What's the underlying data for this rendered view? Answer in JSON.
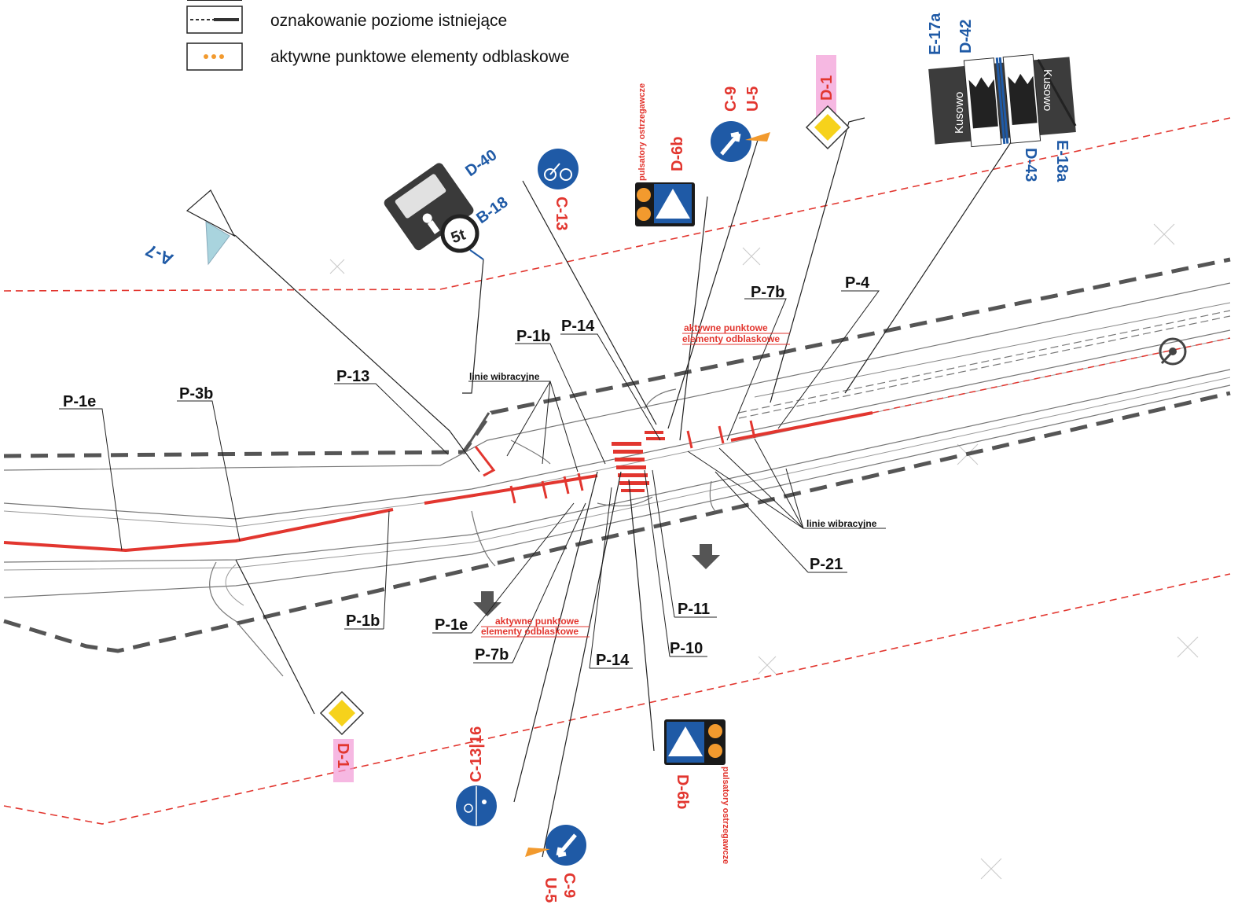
{
  "legend": [
    {
      "label": "oznakowanie poziome istniejące",
      "symbol": "dashed-line-icon"
    },
    {
      "label": "aktywne punktowe elementy odblaskowe",
      "symbol": "reflective-dots-icon"
    }
  ],
  "signs": {
    "a7": "A-7",
    "d40": "D-40",
    "b18": "B-18",
    "b18_limit": "5t",
    "c13_top": "C-13",
    "d6b_top": "D-6b",
    "pulsatory_top": "pulsatory ostrzegawcze",
    "c9_top": "C-9",
    "u5_top": "U-5",
    "d1_top": "D-1",
    "e17a": "E-17a",
    "d42": "D-42",
    "d43": "D-43",
    "e18a": "E-18a",
    "kusowo_left": "Kusowo",
    "kusowo_right": "Kusowo",
    "d1_bottom": "D-1",
    "c13_16": "C-13|16",
    "c9_bottom": "C-9",
    "u5_bottom": "U-5",
    "d6b_bottom": "D-6b",
    "pulsatory_bottom": "pulsatory ostrzegawcze"
  },
  "marking_labels": {
    "p1e_left": "P-1e",
    "p3b": "P-3b",
    "p13": "P-13",
    "linie_top": "linie wibracyjne",
    "p1b_top": "P-1b",
    "p14_top": "P-14",
    "aktywne_top_1": "aktywne punktowe",
    "aktywne_top_2": "elementy odblaskowe",
    "p7b_top": "P-7b",
    "p4": "P-4",
    "linie_right": "linie wibracyjne",
    "p21": "P-21",
    "p11": "P-11",
    "p10": "P-10",
    "p14_bottom": "P-14",
    "p7b_bottom": "P-7b",
    "aktywne_bottom_1": "aktywne punktowe",
    "aktywne_bottom_2": "elementy odblaskowe",
    "p1e_bottom": "P-1e",
    "p1b_bottom": "P-1b"
  },
  "colors": {
    "red": "#e2362f",
    "blue": "#1f5aa6",
    "road": "#555555",
    "magenta": "#f29ad6",
    "yellow": "#f6d21b",
    "orange": "#f29a2e"
  }
}
